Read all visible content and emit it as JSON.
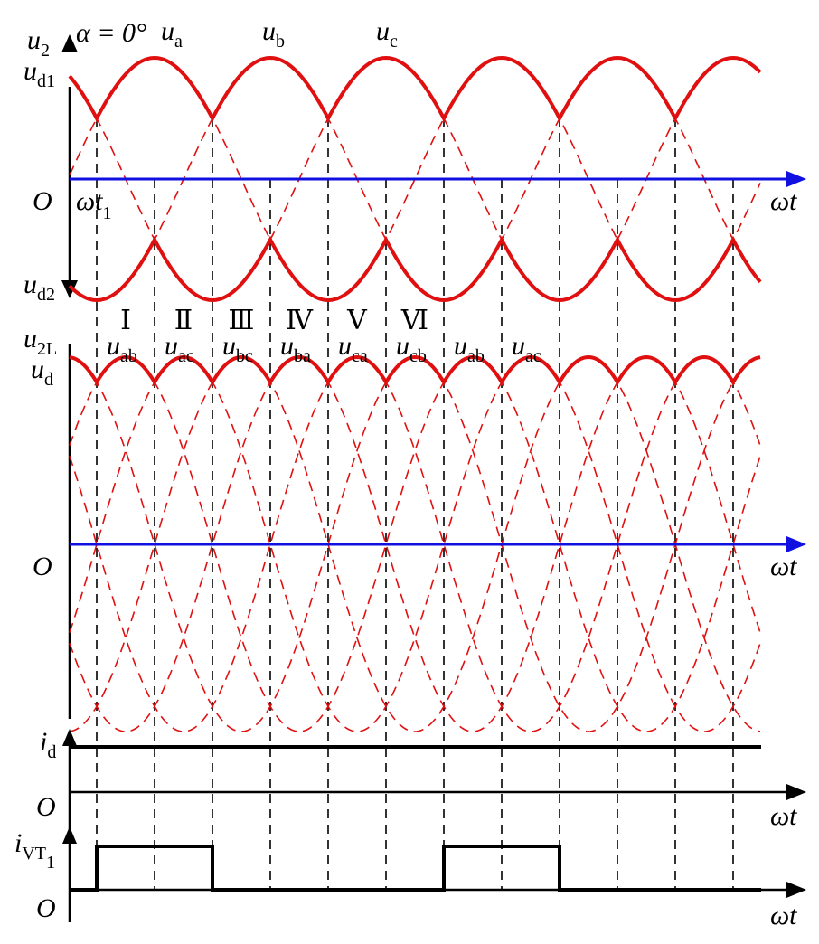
{
  "colors": {
    "waveform": "#e01010",
    "reference_axis": "#1010e0",
    "axis": "#000000"
  },
  "labels": {
    "u2": {
      "main": "u",
      "sub": "2"
    },
    "alpha": "α = 0°",
    "ua": {
      "main": "u",
      "sub": "a"
    },
    "ub": {
      "main": "u",
      "sub": "b"
    },
    "uc": {
      "main": "u",
      "sub": "c"
    },
    "ud1": {
      "main": "u",
      "sub": "d1"
    },
    "ud2": {
      "main": "u",
      "sub": "d2"
    },
    "origin": "O",
    "wt1": {
      "main": "ωt",
      "sub": "1"
    },
    "wt": "ωt",
    "u2L": {
      "main": "u",
      "sub": "2L"
    },
    "ud": {
      "main": "u",
      "sub": "d"
    },
    "id": {
      "main": "i",
      "sub": "d"
    },
    "ivt1": {
      "main": "i",
      "sub": "VT",
      "subsub": "1"
    }
  },
  "intervals": [
    "Ⅰ",
    "Ⅱ",
    "Ⅲ",
    "Ⅳ",
    "Ⅴ",
    "Ⅵ"
  ],
  "line_voltages": [
    {
      "main": "u",
      "sub": "ab"
    },
    {
      "main": "u",
      "sub": "ac"
    },
    {
      "main": "u",
      "sub": "bc"
    },
    {
      "main": "u",
      "sub": "ba"
    },
    {
      "main": "u",
      "sub": "ca"
    },
    {
      "main": "u",
      "sub": "cb"
    },
    {
      "main": "u",
      "sub": "ab"
    },
    {
      "main": "u",
      "sub": "ac"
    }
  ],
  "waveform": {
    "phase_count": 3,
    "line_voltage_count": 6,
    "firing_angle_deg": 0,
    "current_id": "constant",
    "ivt1_conduction_deg": 120
  }
}
